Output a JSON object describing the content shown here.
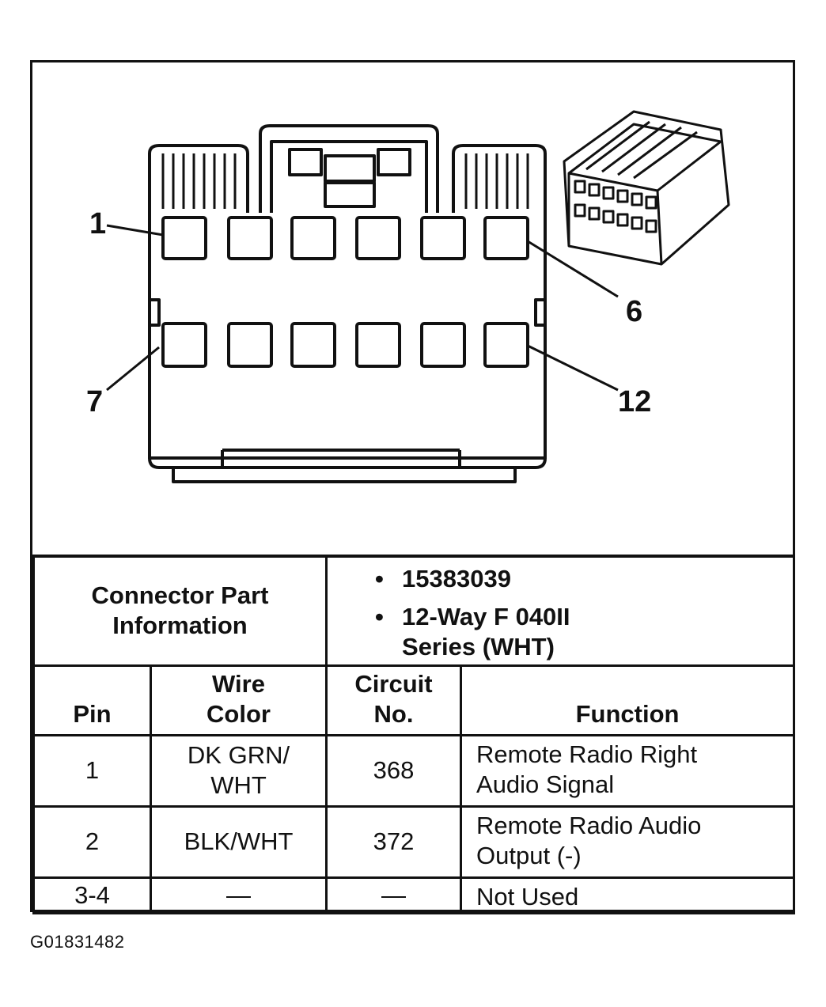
{
  "callouts": {
    "pin_1": "1",
    "pin_6": "6",
    "pin_7": "7",
    "pin_12": "12"
  },
  "connector_info": {
    "label": "Connector Part\nInformation",
    "items": [
      "15383039",
      "12-Way F 040II\nSeries (WHT)"
    ]
  },
  "table": {
    "headers": {
      "pin": "Pin",
      "wire_color": "Wire\nColor",
      "circuit": "Circuit\nNo.",
      "function": "Function"
    },
    "rows": [
      {
        "pin": "1",
        "wire_color": "DK GRN/\nWHT",
        "circuit": "368",
        "function": "Remote Radio Right\nAudio Signal"
      },
      {
        "pin": "2",
        "wire_color": "BLK/WHT",
        "circuit": "372",
        "function": "Remote Radio Audio\nOutput (-)"
      },
      {
        "pin": "3-4",
        "wire_color": "—",
        "circuit": "—",
        "function": "Not Used"
      }
    ]
  },
  "figure_id": "G01831482"
}
